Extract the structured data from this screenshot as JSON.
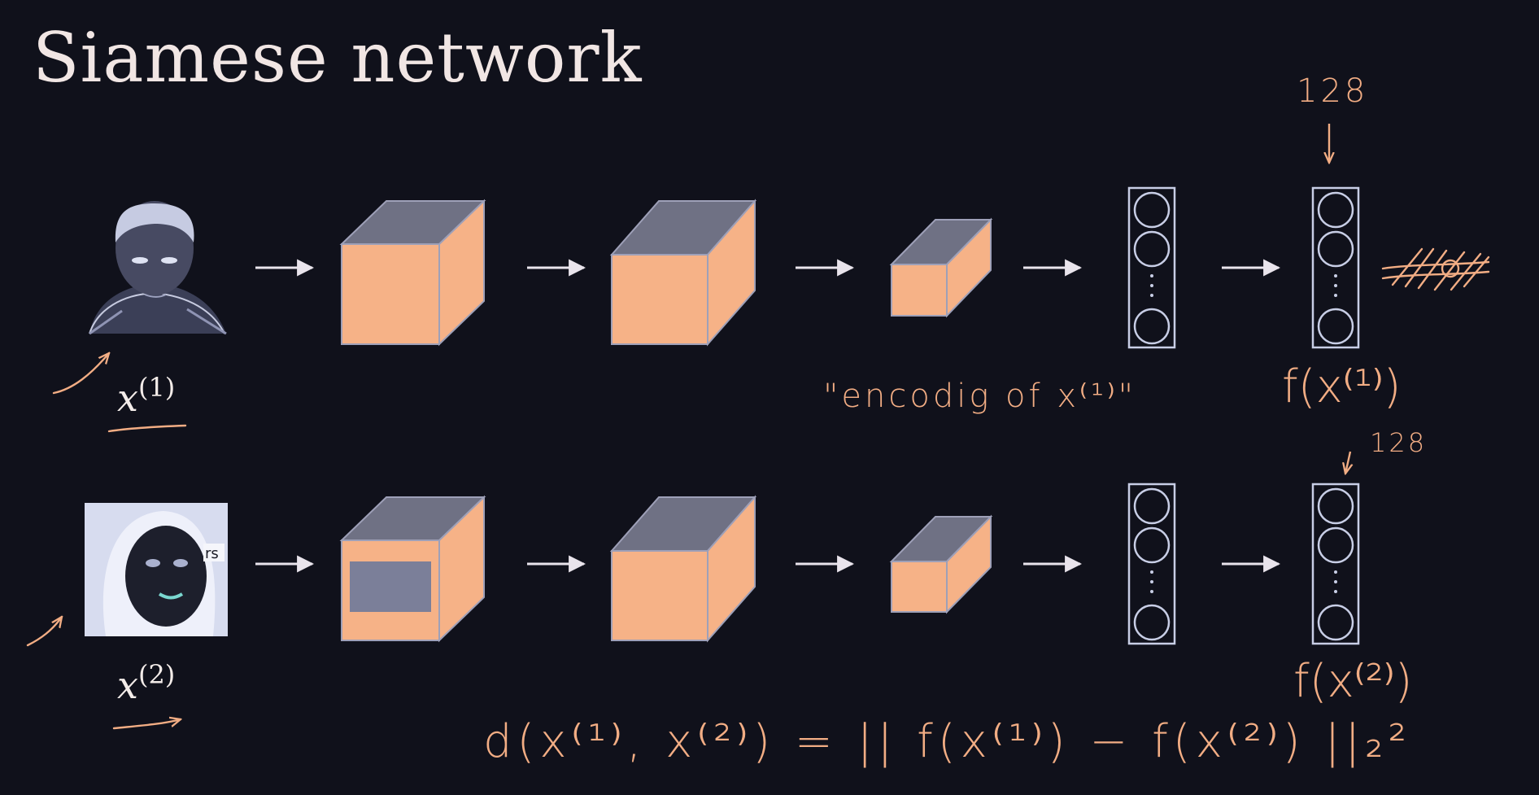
{
  "title": "Siamese network",
  "inputs": [
    {
      "label": "x",
      "sup": "(1)",
      "description": "face photo 1 (inverted colors)"
    },
    {
      "label": "x",
      "sup": "(2)",
      "description": "face photo 2 (inverted colors)"
    }
  ],
  "annotations": {
    "encoding": "\"encodig of x⁽¹⁾\"",
    "dim_top": "128",
    "dim_bottom": "128",
    "f_top": "f(x⁽¹⁾)",
    "f_bottom": "f(x⁽²⁾)",
    "distance": "d(x⁽¹⁾, x⁽²⁾) = || f(x⁽¹⁾) − f(x⁽²⁾) ||₂²"
  },
  "colors": {
    "background": "#10111b",
    "cube_face": "#f6b287",
    "cube_top": "#6f7184",
    "arrow": "#e9e4ec",
    "handwriting": "#f2ad84",
    "vector_stroke": "#c8cee6"
  }
}
